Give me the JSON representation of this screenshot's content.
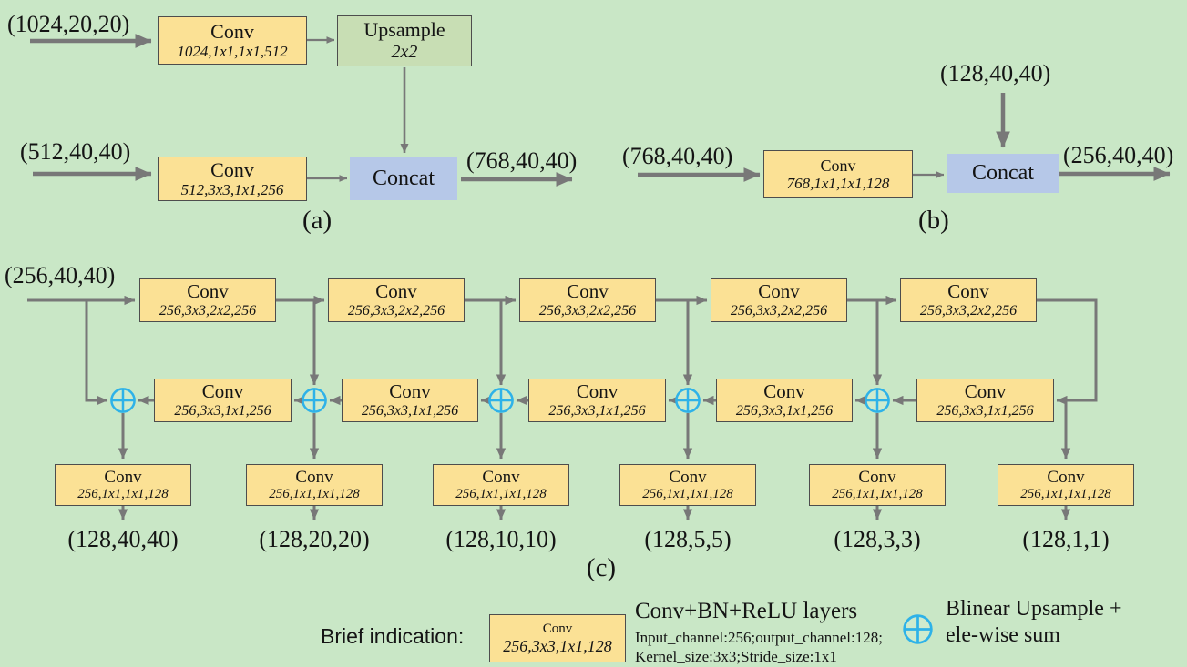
{
  "colors": {
    "background": "#C9E7C6",
    "conv_box": "#FBE195",
    "upsample_box": "#C8DEB4",
    "concat_box": "#B6C8E8",
    "arrow": "#787878",
    "plus_icon": "#2EB2E8",
    "box_border": "#4D4D4D"
  },
  "section_a": {
    "caption": "(a)",
    "input1": "(1024,20,20)",
    "conv1": {
      "title": "Conv",
      "spec": "1024,1x1,1x1,512"
    },
    "upsample": {
      "title": "Upsample",
      "spec": "2x2"
    },
    "input2": "(512,40,40)",
    "conv2": {
      "title": "Conv",
      "spec": "512,3x3,1x1,256"
    },
    "concat": "Concat",
    "output": "(768,40,40)"
  },
  "section_b": {
    "caption": "(b)",
    "input": "(768,40,40)",
    "top_input": "(128,40,40)",
    "conv": {
      "title": "Conv",
      "spec": "768,1x1,1x1,128"
    },
    "concat": "Concat",
    "output": "(256,40,40)"
  },
  "section_c": {
    "caption": "(c)",
    "input": "(256,40,40)",
    "row1": [
      {
        "title": "Conv",
        "spec": "256,3x3,2x2,256"
      },
      {
        "title": "Conv",
        "spec": "256,3x3,2x2,256"
      },
      {
        "title": "Conv",
        "spec": "256,3x3,2x2,256"
      },
      {
        "title": "Conv",
        "spec": "256,3x3,2x2,256"
      },
      {
        "title": "Conv",
        "spec": "256,3x3,2x2,256"
      }
    ],
    "row2": [
      {
        "title": "Conv",
        "spec": "256,3x3,1x1,256"
      },
      {
        "title": "Conv",
        "spec": "256,3x3,1x1,256"
      },
      {
        "title": "Conv",
        "spec": "256,3x3,1x1,256"
      },
      {
        "title": "Conv",
        "spec": "256,3x3,1x1,256"
      },
      {
        "title": "Conv",
        "spec": "256,3x3,1x1,256"
      }
    ],
    "row3": [
      {
        "title": "Conv",
        "spec": "256,1x1,1x1,128"
      },
      {
        "title": "Conv",
        "spec": "256,1x1,1x1,128"
      },
      {
        "title": "Conv",
        "spec": "256,1x1,1x1,128"
      },
      {
        "title": "Conv",
        "spec": "256,1x1,1x1,128"
      },
      {
        "title": "Conv",
        "spec": "256,1x1,1x1,128"
      },
      {
        "title": "Conv",
        "spec": "256,1x1,1x1,128"
      }
    ],
    "outputs": [
      "(128,40,40)",
      "(128,20,20)",
      "(128,10,10)",
      "(128,5,5)",
      "(128,3,3)",
      "(128,1,1)"
    ]
  },
  "legend": {
    "label": "Brief indication:",
    "box": {
      "title": "Conv",
      "spec": "256,3x3,1x1,128"
    },
    "conv_title": "Conv+BN+ReLU layers",
    "conv_detail1": "Input_channel:256;output_channel:128;",
    "conv_detail2": "Kernel_size:3x3;Stride_size:1x1",
    "plus_title": "Blinear Upsample +",
    "plus_subtitle": "ele-wise sum"
  }
}
